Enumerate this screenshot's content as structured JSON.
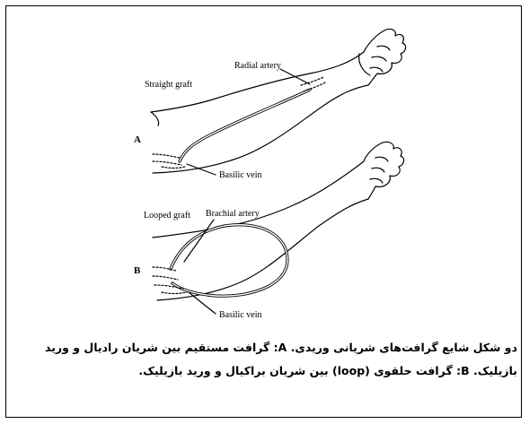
{
  "panelA": {
    "letter": "A",
    "graft_label": "Straight graft",
    "artery_label": "Radial artery",
    "vein_label": "Basilic vein"
  },
  "panelB": {
    "letter": "B",
    "graft_label": "Looped graft",
    "artery_label": "Brachial artery",
    "vein_label": "Basilic vein"
  },
  "caption": {
    "line1": "دو شکل شایع گرافت‌های شریانی وریدی. A: گرافت مستقیم بین شریان رادیال و ورید",
    "line2": "بازیلیک. B: گرافت حلقوی (loop) بین شریان براکیال و ورید بازیلیک."
  }
}
